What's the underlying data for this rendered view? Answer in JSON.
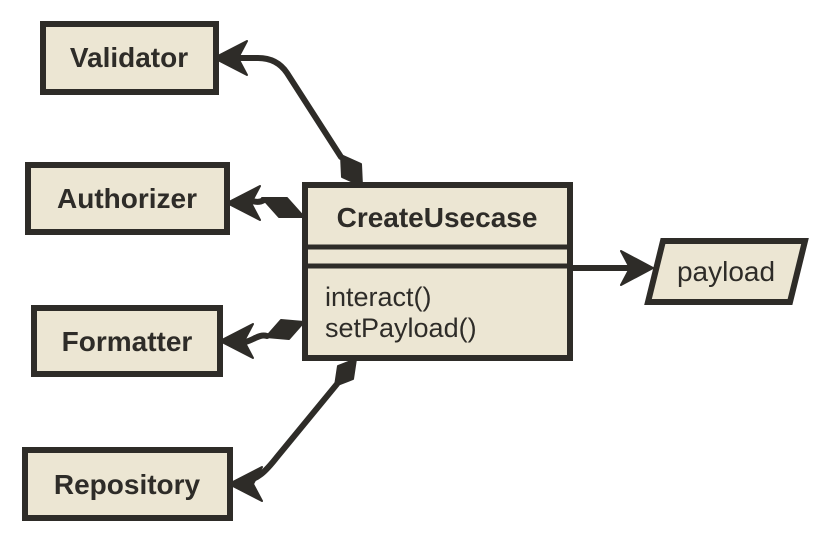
{
  "diagram": {
    "kind": "uml-class-diagram",
    "colors": {
      "background": "#ffffff",
      "node_fill": "#ece6d3",
      "stroke": "#2e2c28",
      "text": "#2e2c28"
    },
    "nodes": {
      "validator": {
        "label": "Validator",
        "shape": "rectangle"
      },
      "authorizer": {
        "label": "Authorizer",
        "shape": "rectangle"
      },
      "formatter": {
        "label": "Formatter",
        "shape": "rectangle"
      },
      "repository": {
        "label": "Repository",
        "shape": "rectangle"
      },
      "create_usecase": {
        "title": "CreateUsecase",
        "shape": "uml-class",
        "attributes": [],
        "methods": [
          "interact()",
          "setPayload()"
        ]
      },
      "payload": {
        "label": "payload",
        "shape": "parallelogram"
      }
    },
    "edges": [
      {
        "from": "CreateUsecase",
        "to": "Validator",
        "type": "composition",
        "source_marker": "filled-diamond",
        "target_marker": "open-arrow"
      },
      {
        "from": "CreateUsecase",
        "to": "Authorizer",
        "type": "composition",
        "source_marker": "filled-diamond",
        "target_marker": "open-arrow"
      },
      {
        "from": "CreateUsecase",
        "to": "Formatter",
        "type": "composition",
        "source_marker": "filled-diamond",
        "target_marker": "open-arrow"
      },
      {
        "from": "CreateUsecase",
        "to": "Repository",
        "type": "composition",
        "source_marker": "filled-diamond",
        "target_marker": "open-arrow"
      },
      {
        "from": "CreateUsecase",
        "to": "payload",
        "type": "association",
        "source_marker": "none",
        "target_marker": "open-arrow"
      }
    ]
  }
}
